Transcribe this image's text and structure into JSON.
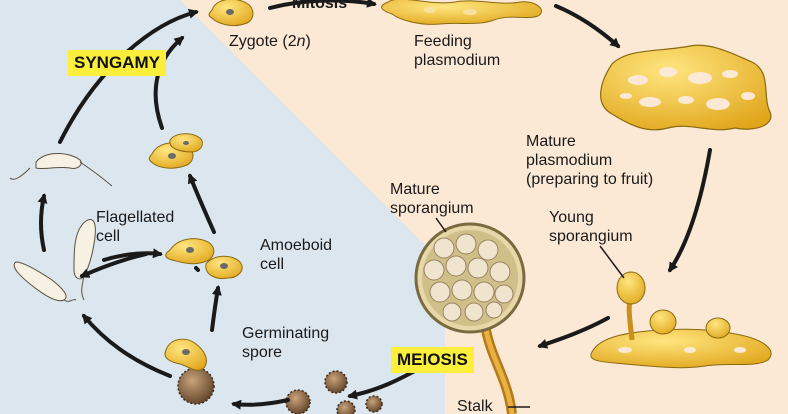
{
  "labels": {
    "mitosis": "Mitosis",
    "zygote_main": "Zygote (2",
    "zygote_n": "n",
    "zygote_close": ")",
    "feeding_1": "Feeding",
    "feeding_2": "plasmodium",
    "mature_plas_1": "Mature",
    "mature_plas_2": "plasmodium",
    "mature_plas_3": "(preparing to fruit)",
    "mature_spor_1": "Mature",
    "mature_spor_2": "sporangium",
    "young_spor_1": "Young",
    "young_spor_2": "sporangium",
    "flag_1": "Flagellated",
    "flag_2": "cell",
    "amoe_1": "Amoeboid",
    "amoe_2": "cell",
    "germ_1": "Germinating",
    "germ_2": "spore",
    "stalk": "Stalk"
  },
  "highlights": {
    "syngamy": "SYNGAMY",
    "meiosis": "MEIOSIS"
  },
  "colors": {
    "haploid_bg": "#dbe6ef",
    "diploid_bg": "#fbe9d6",
    "plasmodium": "#f2c131",
    "highlight": "#fbef3c",
    "spore": "#7a5a3c",
    "stalk": "#d99a22"
  }
}
